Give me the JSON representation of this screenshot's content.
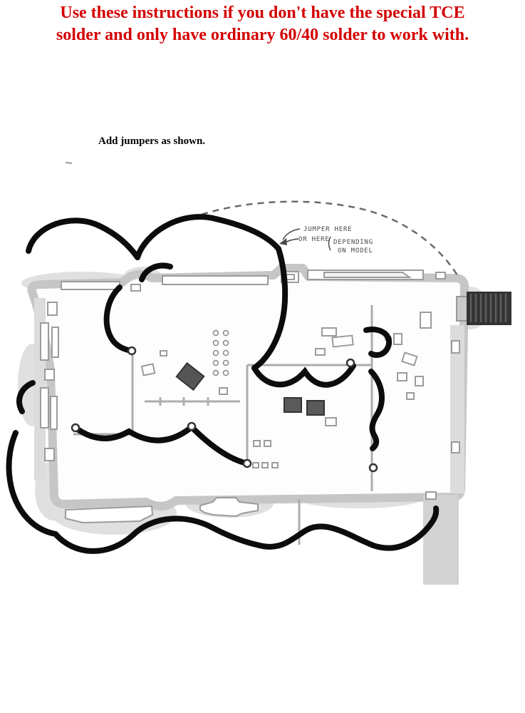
{
  "header": {
    "line1": "Use these instructions if you don't have the special TCE",
    "line2": "solder and only have ordinary 60/40 solder to work with.",
    "color": "#d40000"
  },
  "note": {
    "text": "Add jumpers as shown."
  },
  "diagram": {
    "annotation": {
      "jumper_here": "JUMPER HERE",
      "or_here": "OR HERE",
      "depending": "DEPENDING",
      "on_model": "ON MODEL"
    },
    "colors": {
      "jumper": "#0c0c0c",
      "board_edge": "#c6c6c6",
      "annotation": "#4a4a4a",
      "trace": "#adadad"
    }
  }
}
